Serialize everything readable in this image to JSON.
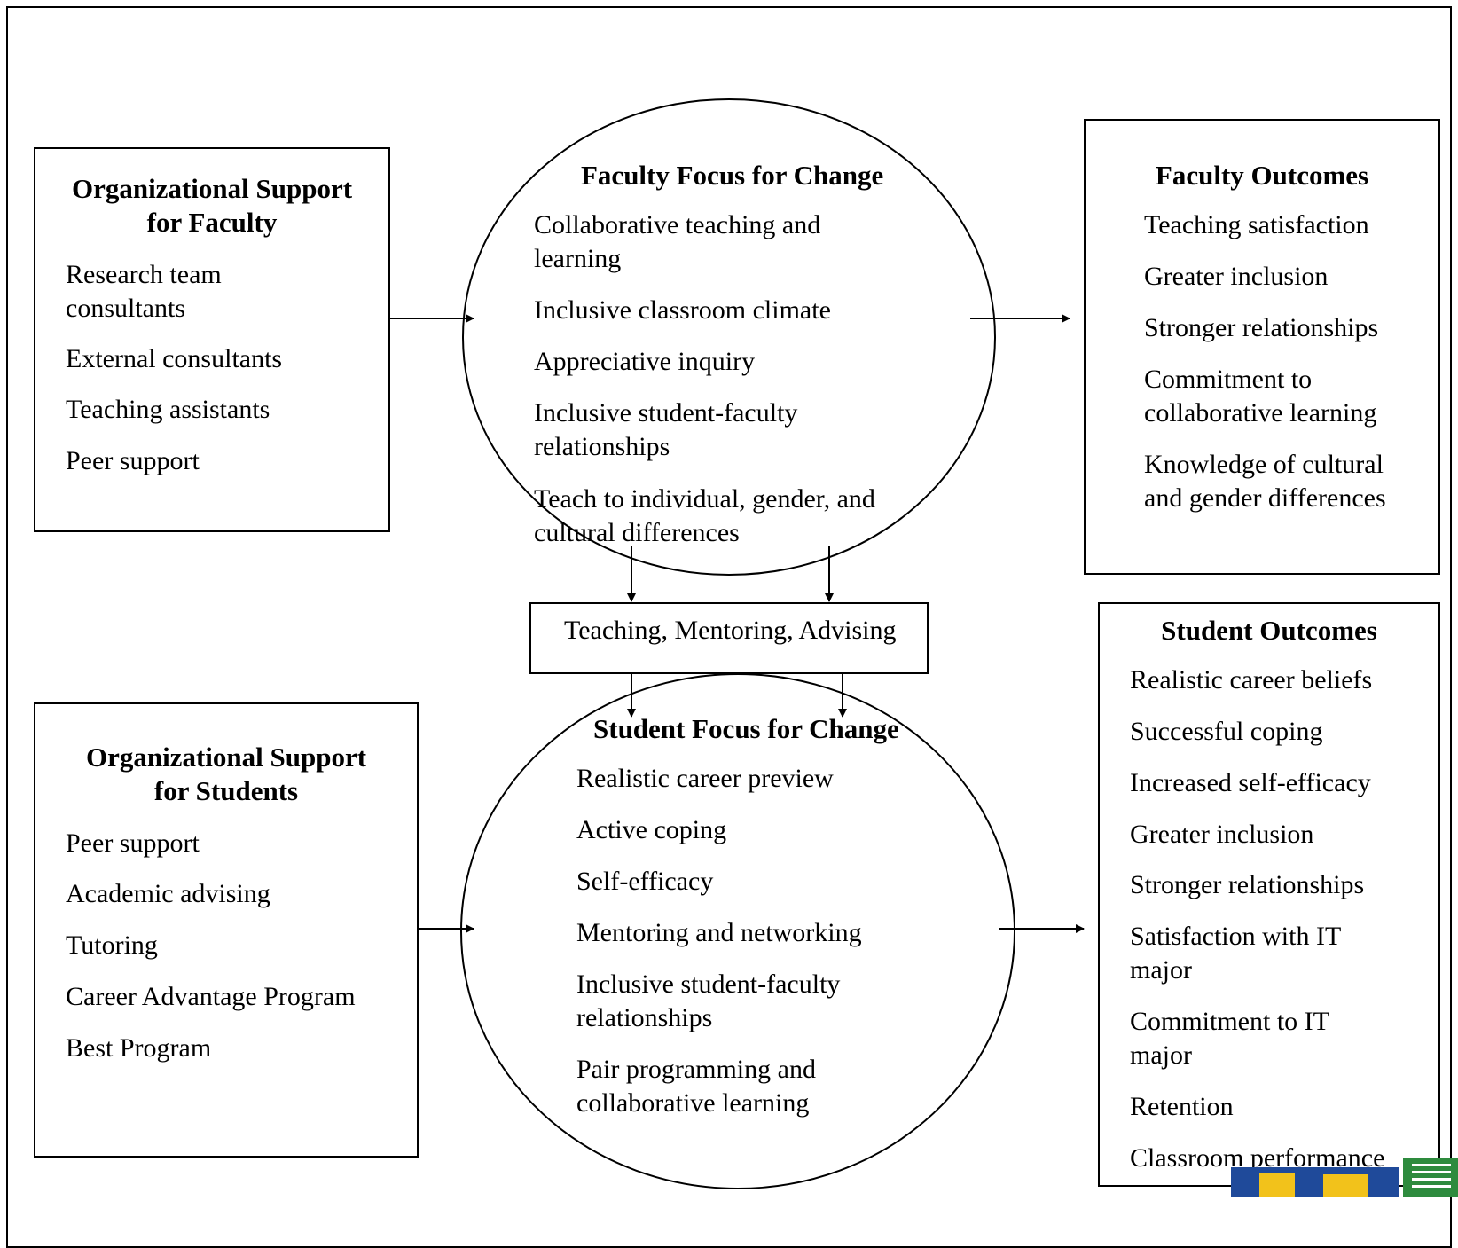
{
  "org_faculty": {
    "title_line1": "Organizational Support",
    "title_line2": "for Faculty",
    "items": [
      "Research team",
      "consultants",
      "External consultants",
      "Teaching assistants",
      "Peer support"
    ]
  },
  "faculty_focus": {
    "title": "Faculty Focus for Change",
    "items": [
      "Collaborative teaching and",
      "learning",
      "Inclusive classroom climate",
      "Appreciative inquiry",
      "Inclusive student-faculty",
      "relationships",
      "Teach to individual, gender, and",
      "cultural differences"
    ]
  },
  "faculty_outcomes": {
    "title": "Faculty Outcomes",
    "items": [
      "Teaching satisfaction",
      "Greater inclusion",
      "Stronger relationships",
      "Commitment to",
      "collaborative learning",
      "Knowledge of cultural",
      "and gender differences"
    ]
  },
  "middle": {
    "label": "Teaching, Mentoring, Advising"
  },
  "org_students": {
    "title_line1": "Organizational Support",
    "title_line2": "for Students",
    "items": [
      "Peer support",
      "Academic advising",
      "Tutoring",
      "Career Advantage Program",
      "Best Program"
    ]
  },
  "student_focus": {
    "title": "Student Focus for Change",
    "items": [
      "Realistic career preview",
      "Active coping",
      "Self-efficacy",
      "Mentoring and networking",
      "Inclusive student-faculty",
      "relationships",
      "Pair programming and",
      "collaborative learning"
    ]
  },
  "student_outcomes": {
    "title": "Student Outcomes",
    "items": [
      "Realistic career beliefs",
      "Successful coping",
      "Increased self-efficacy",
      "Greater inclusion",
      "Stronger relationships",
      "Satisfaction with IT",
      "major",
      "Commitment to IT",
      "major",
      "Retention",
      "Classroom performance"
    ]
  },
  "logo": {
    "icon": "institution-logo-icon"
  }
}
